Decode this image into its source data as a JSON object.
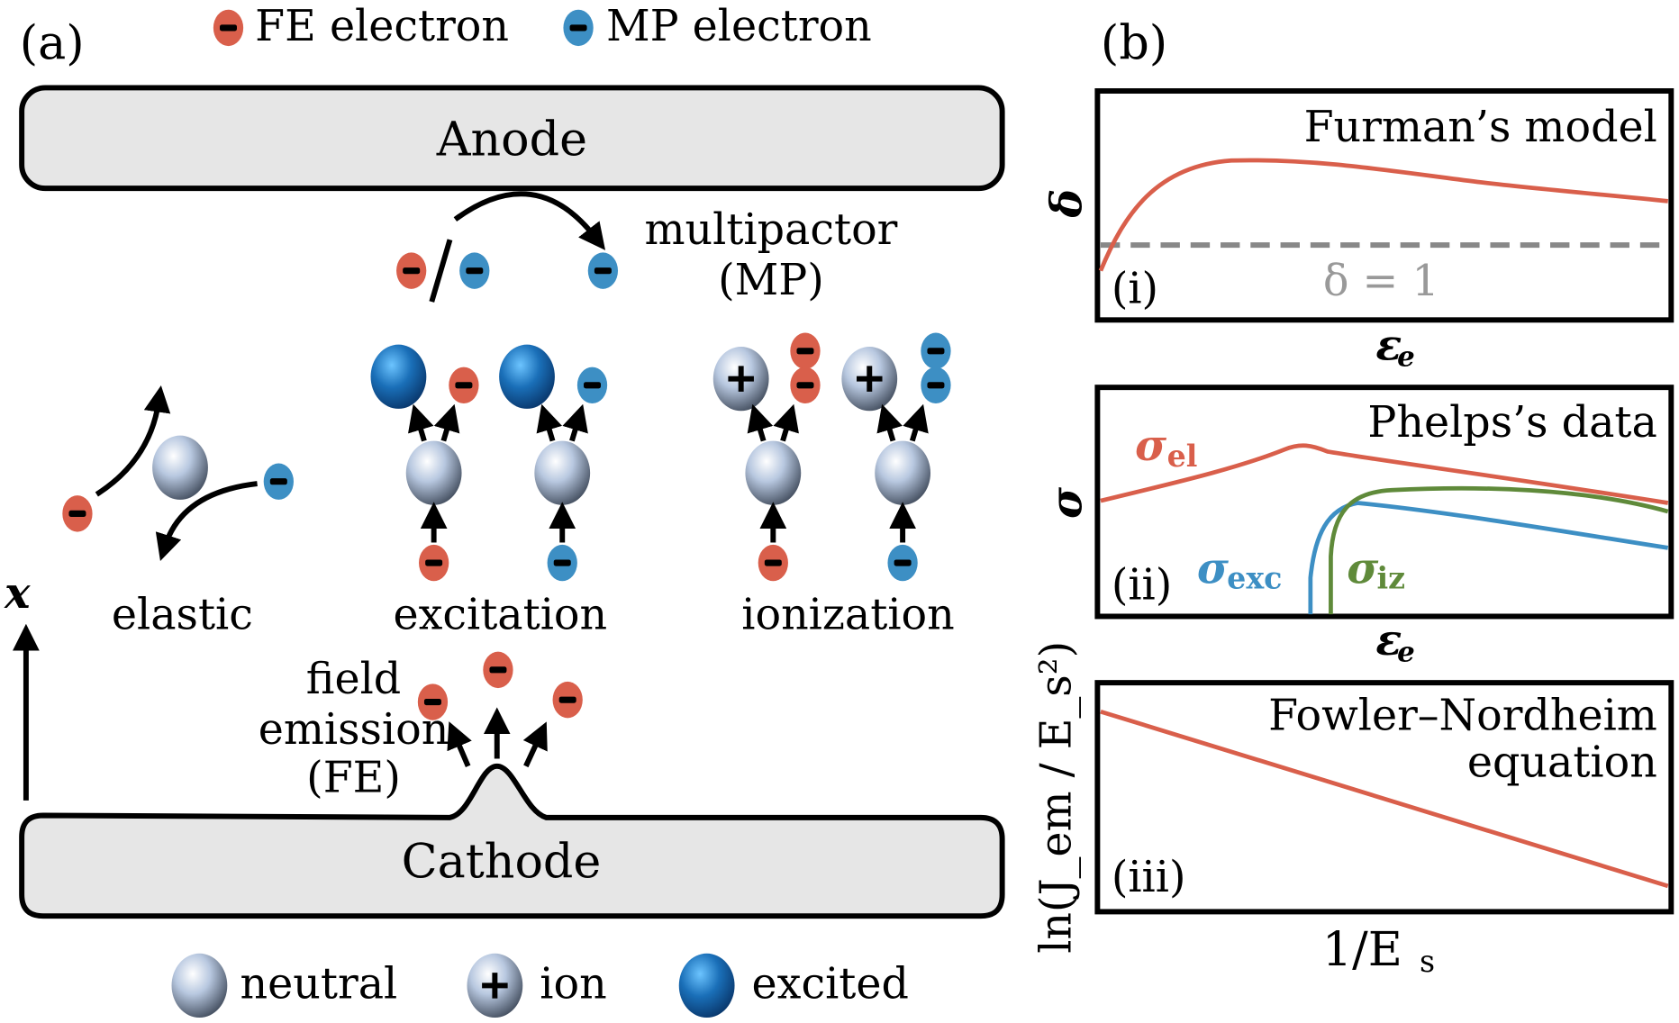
{
  "panel_a": {
    "label": "(a)",
    "legend_top": [
      {
        "name": "fe-electron",
        "label": "FE electron",
        "color": "#d95f4b"
      },
      {
        "name": "mp-electron",
        "label": "MP electron",
        "color": "#3d8fc4"
      }
    ],
    "anode_label": "Anode",
    "cathode_label": "Cathode",
    "multipactor_label_1": "multipactor",
    "multipactor_label_2": "(MP)",
    "elastic_label": "elastic",
    "excitation_label": "excitation",
    "ionization_label": "ionization",
    "fe_label_1": "field",
    "fe_label_2": "emission",
    "fe_label_3": "(FE)",
    "x_axis_label": "x",
    "legend_bottom": [
      {
        "name": "neutral",
        "label": "neutral"
      },
      {
        "name": "ion",
        "label": "ion",
        "symbol": "+"
      },
      {
        "name": "excited",
        "label": "excited"
      }
    ]
  },
  "panel_b": {
    "label": "(b)",
    "plots": [
      {
        "id": "i",
        "tag": "(i)",
        "title": "Furman’s model",
        "ylabel": "δ",
        "xlabel": "ε",
        "xlabel_sub": "e",
        "threshold_label": "δ = 1"
      },
      {
        "id": "ii",
        "tag": "(ii)",
        "title": "Phelps’s data",
        "ylabel": "σ",
        "xlabel": "ε",
        "xlabel_sub": "e",
        "series": [
          {
            "name": "σ",
            "sub": "el",
            "color": "#d95f4b"
          },
          {
            "name": "σ",
            "sub": "exc",
            "color": "#3d8fc4"
          },
          {
            "name": "σ",
            "sub": "iz",
            "color": "#5f8a3a"
          }
        ]
      },
      {
        "id": "iii",
        "tag": "(iii)",
        "title_1": "Fowler–Nordheim",
        "title_2": "equation",
        "ylabel": "ln(J_em / E_s²)",
        "xlabel": "1/E",
        "xlabel_sub": "s"
      }
    ]
  },
  "colors": {
    "fe": "#d95f4b",
    "mp": "#3d8fc4",
    "iz": "#5f8a3a",
    "gray": "#888888"
  }
}
